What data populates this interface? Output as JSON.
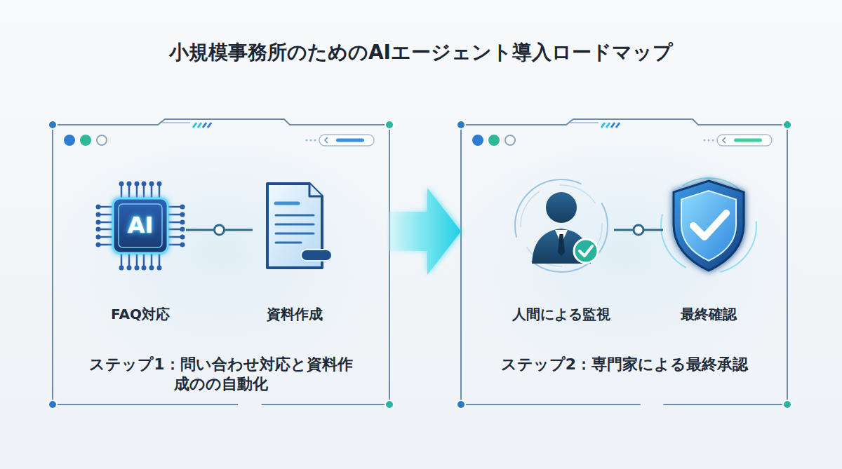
{
  "diagram": {
    "title": "小規模事務所のためのAIエージェント導入ロードマップ",
    "nodes": [
      {
        "text": [
          "ステップ1：問い合わせ対応と資料作 成のの自動化"
        ]
      },
      {
        "text": [
          "FAQ対応"
        ],
        "in": 0
      },
      {
        "text": [
          "資料作成"
        ],
        "in": 0
      },
      {
        "text": [
          "ステップ2：専門家による最終承認"
        ]
      },
      {
        "text": [
          "人間による監視"
        ],
        "in": 3
      },
      {
        "text": [
          "最終確認"
        ],
        "in": 3
      }
    ],
    "edges": [
      {
        "from": 1,
        "to": 2,
        "arrow": "none"
      },
      {
        "from": 0,
        "to": 3,
        "arrow": "to"
      },
      {
        "from": 4,
        "to": 5,
        "arrow": "none"
      }
    ],
    "labels": [
      "AI"
    ]
  }
}
